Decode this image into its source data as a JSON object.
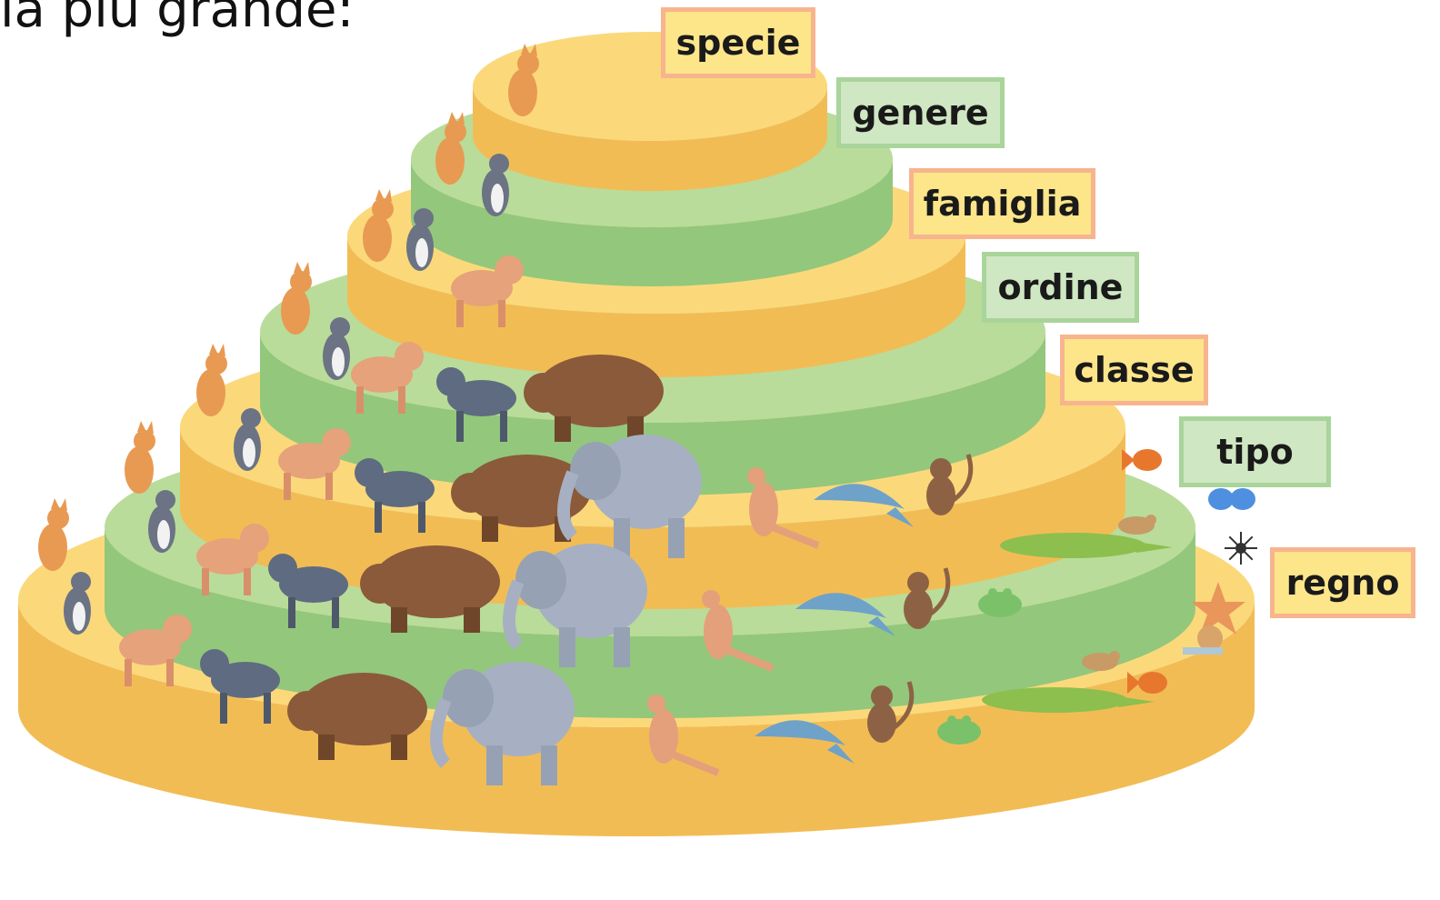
{
  "caption": "la più grande:",
  "levels": [
    {
      "label": "specie",
      "scheme": "orange"
    },
    {
      "label": "genere",
      "scheme": "green"
    },
    {
      "label": "famiglia",
      "scheme": "orange"
    },
    {
      "label": "ordine",
      "scheme": "green"
    },
    {
      "label": "classe",
      "scheme": "orange"
    },
    {
      "label": "tipo",
      "scheme": "green"
    },
    {
      "label": "regno",
      "scheme": "orange"
    }
  ],
  "colors": {
    "tier_yellow": "#fbd97a",
    "tier_yellow_side": "#f2bc55",
    "tier_green": "#b9dc9a",
    "tier_green_side": "#93c77c",
    "label_orange_bg": "#fde58a",
    "label_orange_border": "#f7b48e",
    "label_green_bg": "#cfe7c2",
    "label_green_border": "#a9d49a"
  },
  "animals": [
    "cat",
    "house-cat",
    "lynx",
    "wolf",
    "bear",
    "elephant",
    "kangaroo",
    "dolphin",
    "monkey",
    "frog",
    "crocodile",
    "bird",
    "fish",
    "butterfly",
    "spider",
    "starfish",
    "snail"
  ]
}
